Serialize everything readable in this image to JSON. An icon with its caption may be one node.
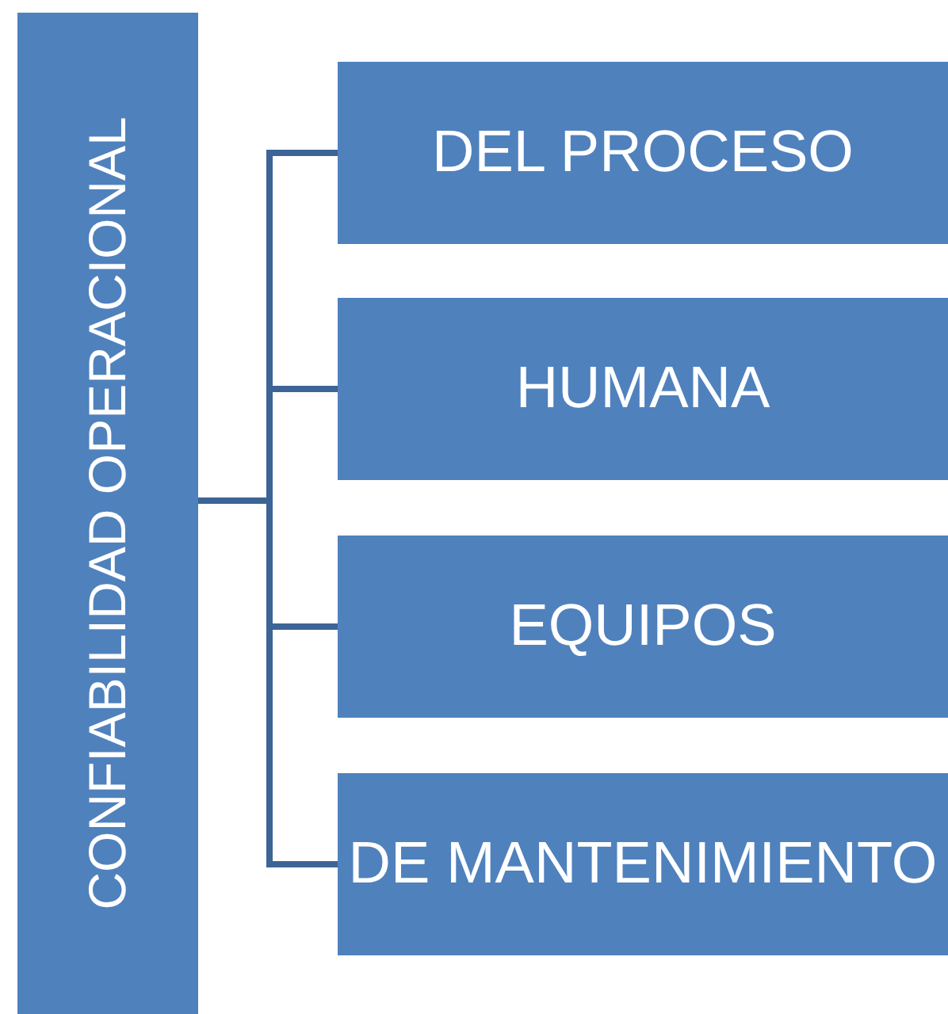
{
  "diagram": {
    "nodes": [
      {
        "text": [
          "CONFIABILIDAD OPERACIONAL"
        ]
      },
      {
        "text": [
          "DEL PROCESO"
        ]
      },
      {
        "text": [
          "HUMANA"
        ]
      },
      {
        "text": [
          "EQUIPOS"
        ]
      },
      {
        "text": [
          "DE MANTENIMIENTO"
        ]
      }
    ],
    "edges": [
      {
        "from": 0,
        "to": 1,
        "arrow": "none"
      },
      {
        "from": 0,
        "to": 2,
        "arrow": "none"
      },
      {
        "from": 0,
        "to": 3,
        "arrow": "none"
      },
      {
        "from": 0,
        "to": 4,
        "arrow": "none"
      }
    ]
  }
}
